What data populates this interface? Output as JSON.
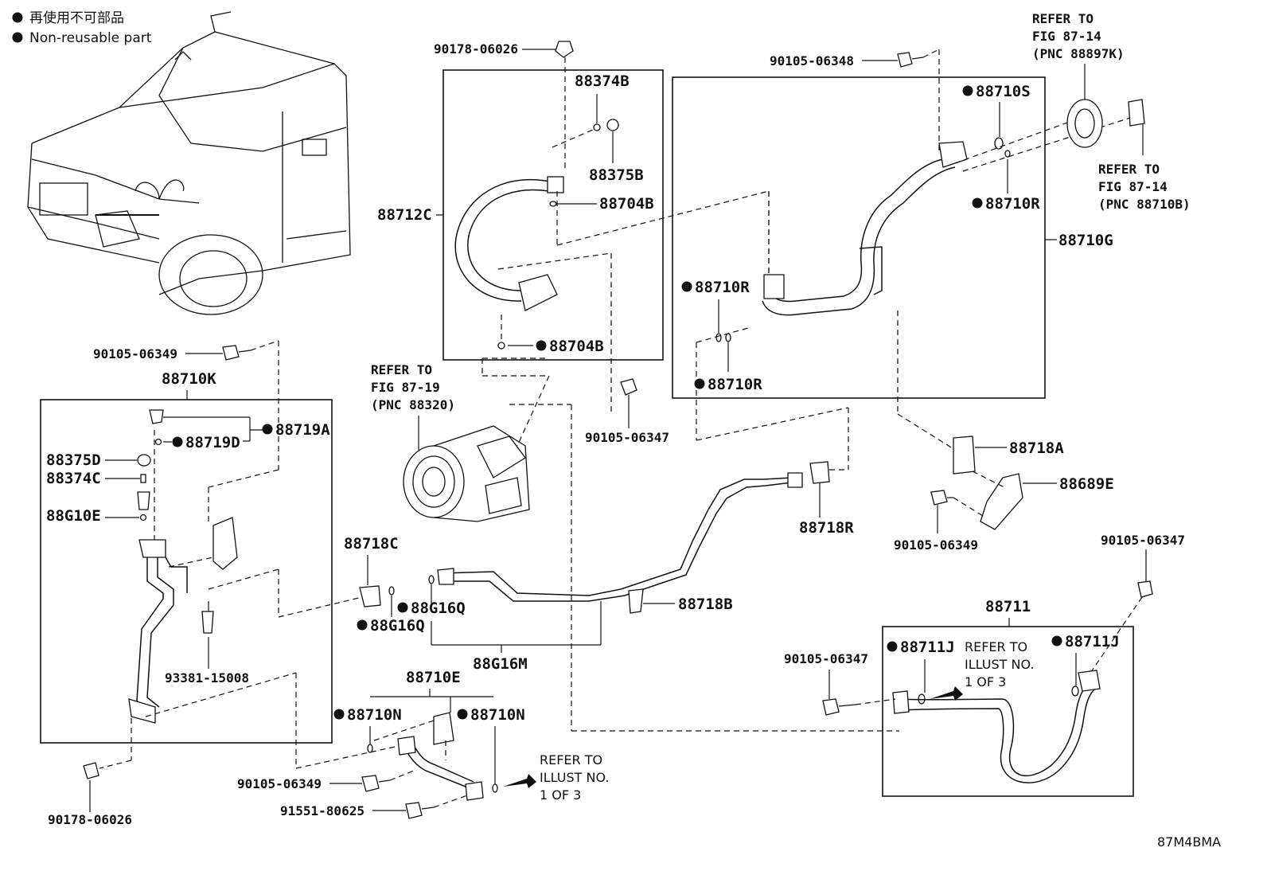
{
  "legend": {
    "non_reusable_jp": "再使用不可部品",
    "non_reusable_en": "Non-reusable part"
  },
  "diagram_code": "87M4BMA",
  "refs": {
    "r_88897k": [
      "REFER TO",
      "FIG 87-14",
      "(PNC 88897K)"
    ],
    "r_88710b": [
      "REFER TO",
      "FIG 87-14",
      "(PNC 88710B)"
    ],
    "r_88320": [
      "REFER TO",
      "FIG 87-19",
      "(PNC 88320)"
    ],
    "r_illust_a": [
      "REFER TO",
      "ILLUST NO.",
      "1 OF 3"
    ],
    "r_illust_b": [
      "REFER TO",
      "ILLUST NO.",
      "1 OF 3"
    ]
  },
  "parts": {
    "p90178_06026_top": "90178-06026",
    "p88374B": "88374B",
    "p88375B": "88375B",
    "p88704B_top": "88704B",
    "p88712C": "88712C",
    "p88704B_bot": "88704B",
    "p90105_06347_mid": "90105-06347",
    "p90105_06348": "90105-06348",
    "p88710S": "88710S",
    "p88710R_tr": "88710R",
    "p88710G": "88710G",
    "p88710R_ml": "88710R",
    "p88710R_bl": "88710R",
    "p90105_06349_left": "90105-06349",
    "p88710K": "88710K",
    "p88719A": "88719A",
    "p88719D": "88719D",
    "p88375D": "88375D",
    "p88374C": "88374C",
    "p88G10E": "88G10E",
    "p93381_15008": "93381-15008",
    "p90178_06026_bot": "90178-06026",
    "p88718A": "88718A",
    "p88689E": "88689E",
    "p90105_06349_right": "90105-06349",
    "p88718R": "88718R",
    "p90105_06347_right": "90105-06347",
    "p88718C": "88718C",
    "p88G16Q_a": "88G16Q",
    "p88G16Q_b": "88G16Q",
    "p88G16M": "88G16M",
    "p88718B": "88718B",
    "p88711": "88711",
    "p88711J_a": "88711J",
    "p88711J_b": "88711J",
    "p90105_06347_box": "90105-06347",
    "p88710E": "88710E",
    "p88710N_a": "88710N",
    "p88710N_b": "88710N",
    "p90105_06349_bot": "90105-06349",
    "p91551_80625": "91551-80625"
  }
}
